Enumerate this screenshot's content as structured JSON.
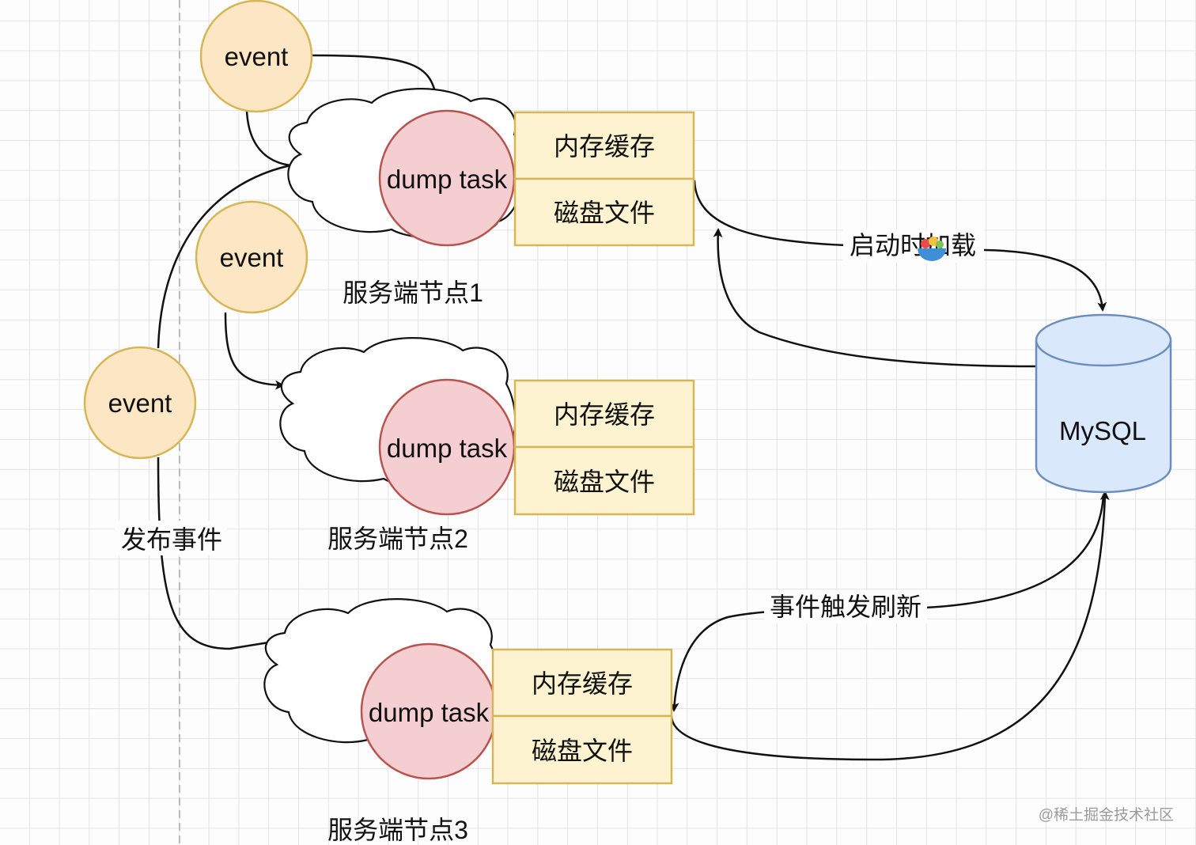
{
  "events": [
    "event",
    "event",
    "event"
  ],
  "nodes": [
    {
      "task": "dump task",
      "memory": "内存缓存",
      "disk": "磁盘文件",
      "label": "服务端节点1"
    },
    {
      "task": "dump task",
      "memory": "内存缓存",
      "disk": "磁盘文件",
      "label": "服务端节点2"
    },
    {
      "task": "dump task",
      "memory": "内存缓存",
      "disk": "磁盘文件",
      "label": "服务端节点3"
    }
  ],
  "database": "MySQL",
  "edges": {
    "publish": "发布事件",
    "load_on_start": "启动时加载",
    "refresh": "事件触发刷新"
  },
  "watermark": "@稀土掘金技术社区",
  "colors": {
    "event_fill": "#fce6c4",
    "event_stroke": "#d6b656",
    "task_fill": "#f4ced0",
    "task_stroke": "#b85450",
    "cell_fill": "#fdf3d0",
    "cell_stroke": "#d6b656",
    "db_fill": "#dae8fc",
    "db_stroke": "#6c8ebf"
  }
}
